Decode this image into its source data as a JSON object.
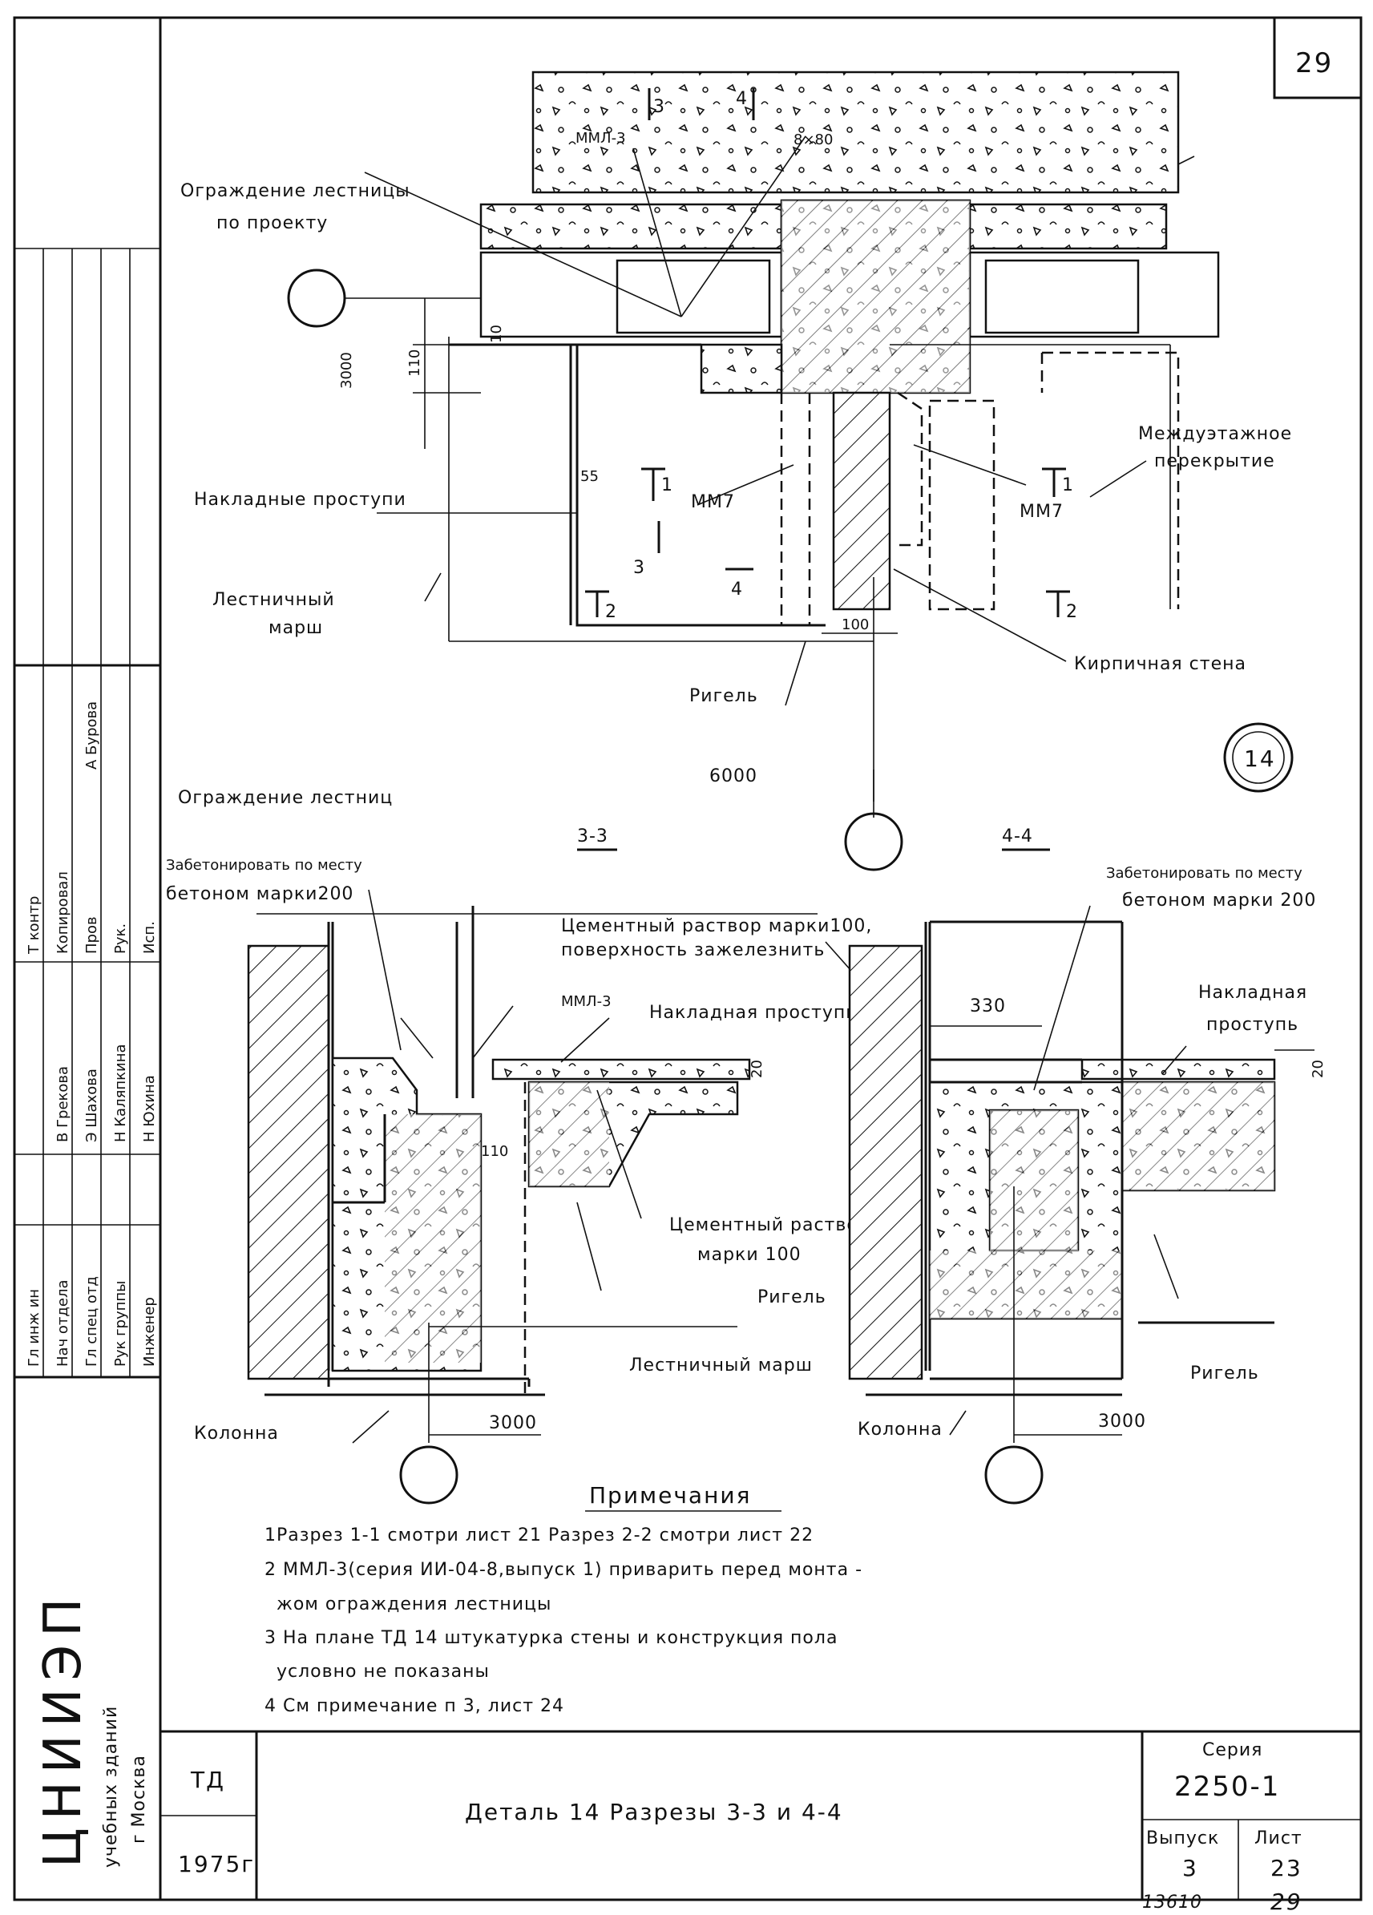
{
  "sheet": {
    "number_top": "29",
    "detail_marker": "14",
    "bottom_left_code": "13610",
    "bottom_right_code": "29"
  },
  "plan": {
    "labels": {
      "railing": "Ограждение лестницы",
      "railing2": "по проекту",
      "mml3": "ММЛ-3",
      "dim_8x80": "8×80",
      "treads": "Накладные проступи",
      "flight1": "Лестничный",
      "flight2": "марш",
      "floor1": "Междуэтажное",
      "floor2": "перекрытие",
      "mm7_left": "ММ7",
      "mm7_right": "ММ7",
      "brick_wall": "Кирпичная стена",
      "crossbeam": "Ригель",
      "cut1a": "1",
      "cut1b": "1",
      "cut2a": "2",
      "cut2b": "2",
      "cut3a": "3",
      "cut3b": "3",
      "cut4a": "4",
      "cut4b": "4"
    },
    "dims": {
      "d3000": "3000",
      "d110": "110",
      "d10": "10",
      "d55": "55",
      "d100": "100",
      "d6000": "6000"
    }
  },
  "section33": {
    "title": "3-3",
    "railing": "Ограждение лестниц",
    "concrete1": "Забетонировать по месту",
    "concrete2": "бетоном марки200",
    "mml3": "ММЛ-3",
    "tread": "Накладная проступь",
    "mortar1": "Цементный раствор марки100,",
    "mortar2": "поверхность зажелезнить",
    "mortar_b1": "Цементный раствор",
    "mortar_b2": "марки 100",
    "crossbeam": "Ригель",
    "flight": "Лестничный марш",
    "column": "Колонна",
    "d20": "20",
    "d110": "110",
    "d3000": "3000"
  },
  "section44": {
    "title": "4-4",
    "concrete1": "Забетонировать по месту",
    "concrete2": "бетоном марки 200",
    "tread1": "Накладная",
    "tread2": "проступь",
    "d330": "330",
    "d20": "20",
    "crossbeam": "Ригель",
    "column": "Колонна",
    "d3000": "3000"
  },
  "notes": {
    "heading": "Примечания",
    "lines": [
      "1Разрез 1-1 смотри лист 21  Разрез 2-2 смотри лист 22",
      "2 ММЛ-3(серия ИИ-04-8,выпуск 1) приварить перед монта -",
      "жом ограждения лестницы",
      "3 На плане ТД 14 штукатурка стены и конструкция пола",
      "условно не показаны",
      "4 См примечание п 3, лист 24"
    ]
  },
  "title_block": {
    "code": "ТД",
    "year": "1975г",
    "title": "Деталь 14  Разрезы 3-3 и 4-4",
    "series_label": "Серия",
    "series": "2250-1",
    "issue_label": "Выпуск",
    "issue": "3",
    "sheet_label": "Лист",
    "sheet": "23"
  },
  "sidebar": {
    "org1": "ЦНИИЭП",
    "org2": "учебных зданий",
    "org3": "г Москва",
    "roles": [
      "Гл инж ин",
      "Нач отдела",
      "Гл спец отд",
      "Рук группы",
      "Инженер"
    ],
    "names": [
      "",
      "В Грекова",
      "Э Шахова",
      "Н Каляпкина",
      "Н Юхина"
    ],
    "roles_top": [
      "Т контр",
      "Копировал",
      "Пров",
      "Рук.",
      "Исп."
    ],
    "names_top": [
      "А Бурова",
      "",
      "",
      "",
      ""
    ]
  }
}
